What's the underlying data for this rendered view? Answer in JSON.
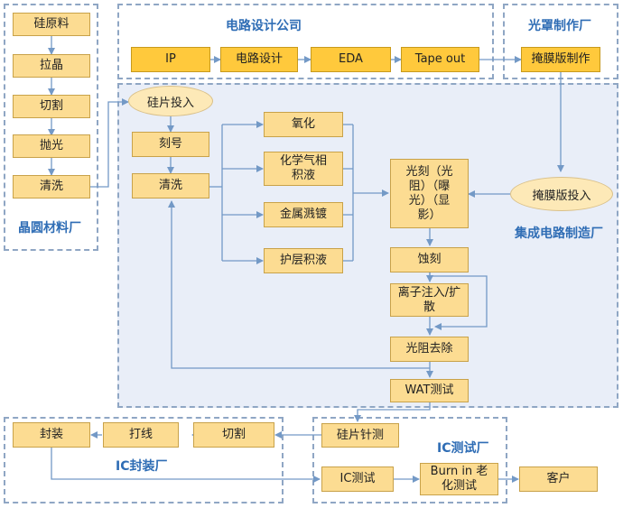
{
  "zones": {
    "wafer_material_factory": "晶圆材料厂",
    "circuit_design_company": "电路设计公司",
    "photomask_factory": "光罩制作厂",
    "ic_manufacturing_factory": "集成电路制造厂",
    "ic_packaging_factory": "IC封装厂",
    "ic_test_factory": "IC测试厂"
  },
  "wafer": [
    "硅原料",
    "拉晶",
    "切割",
    "抛光",
    "清洗"
  ],
  "design": [
    "IP",
    "电路设计",
    "EDA",
    "Tape out"
  ],
  "mask": {
    "make": "掩膜版制作",
    "input": "掩膜版投入"
  },
  "fab": {
    "wafer_input": "硅片投入",
    "scribe": "刻号",
    "clean": "清洗",
    "oxidation": "氧化",
    "cvd": "化学气相积液",
    "metal_sputter": "金属溅镀",
    "passivation": "护层积液",
    "photo": "光刻（光阻）（曝光）（显影）",
    "etch": "蚀刻",
    "implant": "离子注入/扩散",
    "resist_strip": "光阻去除",
    "wat": "WAT测试"
  },
  "test": {
    "wafer_probe": "硅片针测",
    "ic_test": "IC测试",
    "burn_in": "Burn in 老化测试"
  },
  "package": {
    "encapsulate": "封装",
    "wire_bond": "打线",
    "dicing": "切割"
  },
  "customer": "客户"
}
